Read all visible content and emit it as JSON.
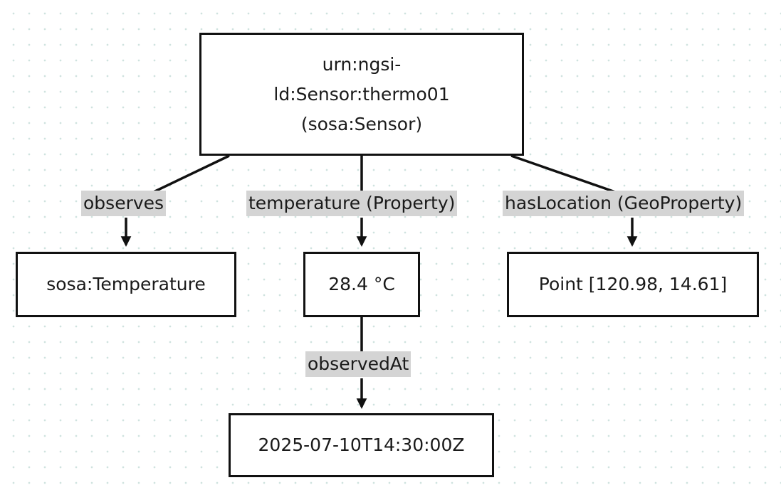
{
  "nodes": {
    "sensor": {
      "lines": [
        "urn:ngsi-",
        "ld:Sensor:thermo01",
        "(sosa:Sensor)"
      ]
    },
    "temperature_type": {
      "label": "sosa:Temperature"
    },
    "value": {
      "label": "28.4 °C"
    },
    "location": {
      "label": "Point [120.98, 14.61]"
    },
    "observed_at": {
      "label": "2025-07-10T14:30:00Z"
    }
  },
  "edges": {
    "observes": {
      "label": "observes"
    },
    "temperature": {
      "label": "temperature (Property)"
    },
    "has_location": {
      "label": "hasLocation (GeoProperty)"
    },
    "observed_at": {
      "label": "observedAt"
    }
  },
  "colors": {
    "stroke": "#111111",
    "label_background": "#d4d4d4",
    "grid_dot": "#cfe3df"
  }
}
